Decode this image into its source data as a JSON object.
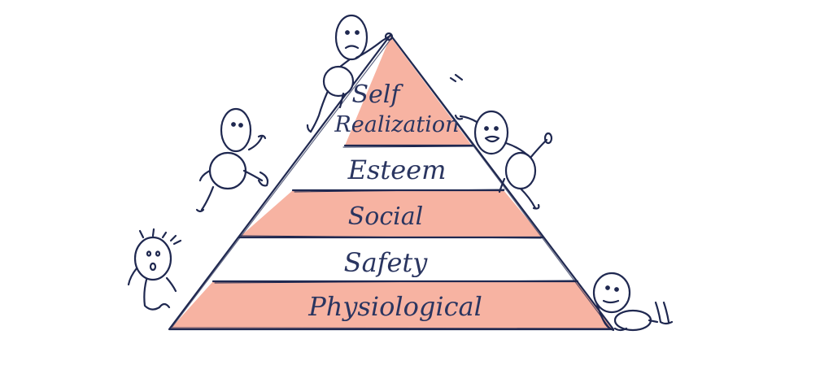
{
  "pyramid": {
    "tiers": [
      {
        "id": "self-realization",
        "lines": [
          "Self",
          "Realization"
        ],
        "fill": "#f7b3a2"
      },
      {
        "id": "esteem",
        "lines": [
          "Esteem"
        ],
        "fill": "#ffffff"
      },
      {
        "id": "social",
        "lines": [
          "Social"
        ],
        "fill": "#f7b3a2"
      },
      {
        "id": "safety",
        "lines": [
          "Safety"
        ],
        "fill": "#ffffff"
      },
      {
        "id": "physiological",
        "lines": [
          "Physiological"
        ],
        "fill": "#f7b3a2"
      }
    ],
    "colors": {
      "accent_fill": "#f7b3a2",
      "plain_fill": "#ffffff",
      "ink": "#1f2850",
      "text": "#2a3560"
    }
  },
  "figures": [
    {
      "id": "figure-top",
      "pose": "sitting-on-apex"
    },
    {
      "id": "figure-left-climber",
      "pose": "climbing"
    },
    {
      "id": "figure-right-climber",
      "pose": "waving"
    },
    {
      "id": "figure-left-bottom",
      "pose": "surprised"
    },
    {
      "id": "figure-right-bottom",
      "pose": "lying-down"
    }
  ]
}
